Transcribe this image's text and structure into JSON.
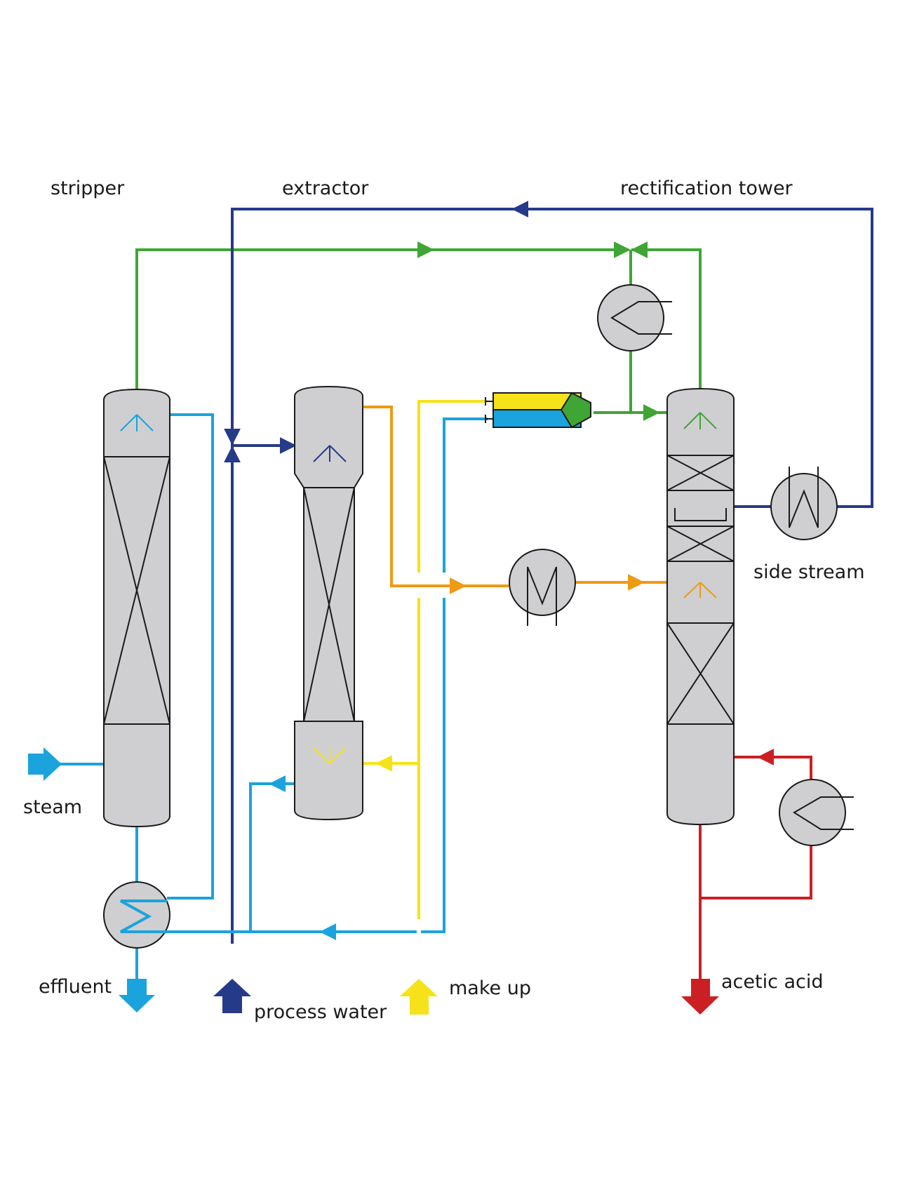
{
  "labels": {
    "stripper": "stripper",
    "extractor": "extractor",
    "rectification_tower": "rectification tower",
    "side_stream": "side stream",
    "steam": "steam",
    "effluent": "effluent",
    "process_water": "process water",
    "make_up": "make up",
    "acetic_acid": "acetic acid"
  },
  "colors": {
    "green": "#3fa535",
    "navy": "#263a8a",
    "light_blue": "#1aa3dc",
    "yellow": "#f6e21a",
    "orange": "#ee9a12",
    "red": "#cc1f24",
    "vessel_fill": "#cfcfd1"
  }
}
